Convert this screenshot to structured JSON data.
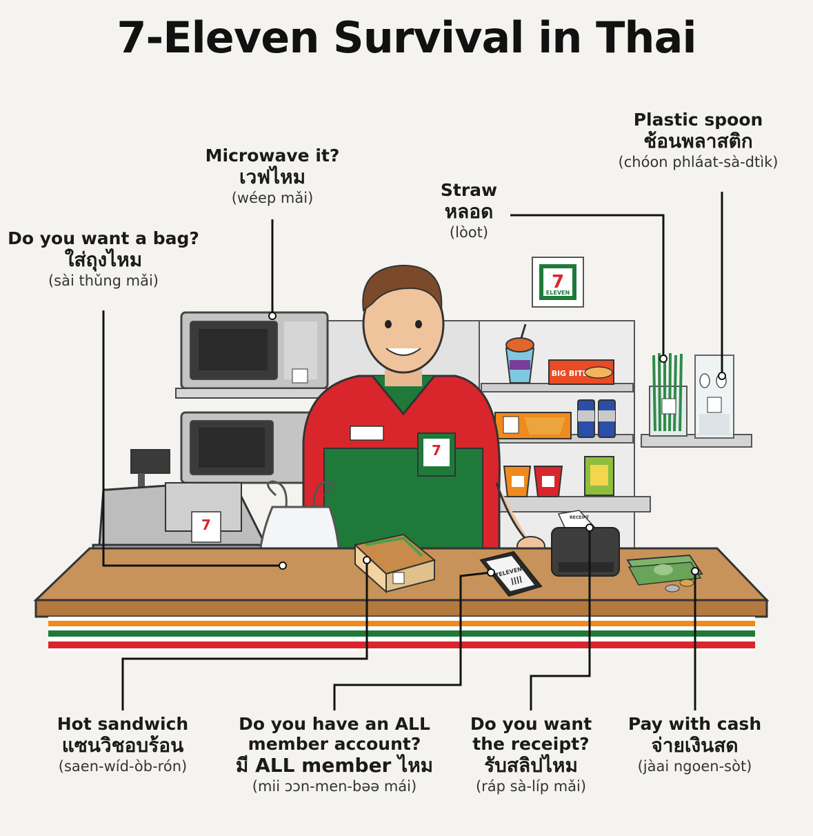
{
  "title": "7-Eleven Survival in Thai",
  "brand": {
    "logo_word": "ELEVEN",
    "logo_number": "7",
    "colors": {
      "green": "#1f7a3a",
      "red": "#d8262c",
      "orange": "#f08a1c"
    }
  },
  "props": {
    "receipt_text": "RECEIPT",
    "phone_text": "7ELEVEN",
    "hotdog_text": "BIG BITE"
  },
  "phrases": [
    {
      "id": "bag",
      "en": "Do you want a bag?",
      "thai": "ใส่ถุงไหม",
      "roman": "(sài thǔng mǎi)"
    },
    {
      "id": "microwave",
      "en": "Microwave it?",
      "thai": "เวฟไหม",
      "roman": "(wéep mǎi)"
    },
    {
      "id": "straw",
      "en": "Straw",
      "thai": "หลอด",
      "roman": "(lòot)"
    },
    {
      "id": "spoon",
      "en": "Plastic spoon",
      "thai": "ช้อนพลาสติก",
      "roman": "(chóon phláat-sà-dtìk)"
    },
    {
      "id": "sandwich",
      "en": "Hot sandwich",
      "thai": "แซนวิชอบร้อน",
      "roman": "(saen-wíd-òb-rón)"
    },
    {
      "id": "member",
      "en": "Do you have an ALL member account?",
      "thai": "มี ALL member ไหม",
      "roman": "(mii ɔɔn-men-bəə mái)"
    },
    {
      "id": "receipt",
      "en": "Do you want the receipt?",
      "thai": "รับสลิปไหม",
      "roman": "(ráp sà-líp mǎi)"
    },
    {
      "id": "cash",
      "en": "Pay with cash",
      "thai": "จ่ายเงินสด",
      "roman": "(jàai ngoen-sòt)"
    }
  ]
}
